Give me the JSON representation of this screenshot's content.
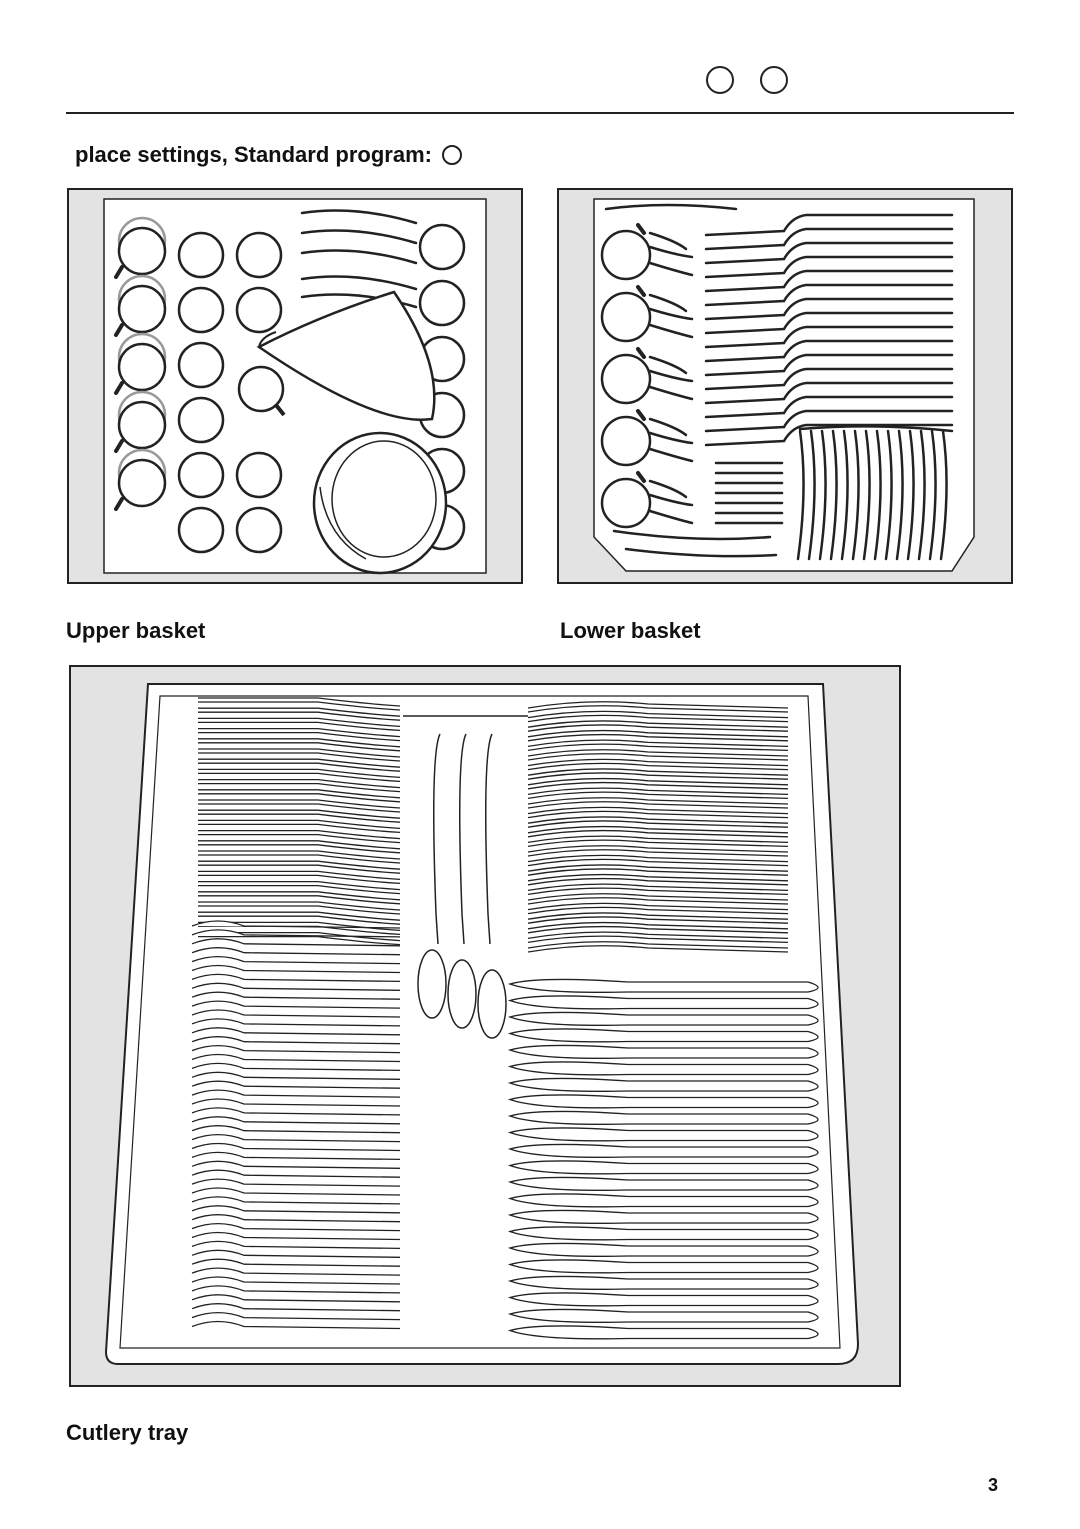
{
  "header": {
    "icons": [
      "circle-icon",
      "circle-icon"
    ]
  },
  "heading": {
    "text": "place settings, Standard program:",
    "icon": "circle-icon"
  },
  "figures": {
    "upper_basket": {
      "caption": "Upper basket"
    },
    "lower_basket": {
      "caption": "Lower basket"
    },
    "cutlery_tray": {
      "caption": "Cutlery tray"
    }
  },
  "footer": {
    "page_number": "3"
  },
  "colors": {
    "panel_fill": "#e3e3e3",
    "line": "#222222",
    "paper": "#ffffff"
  }
}
